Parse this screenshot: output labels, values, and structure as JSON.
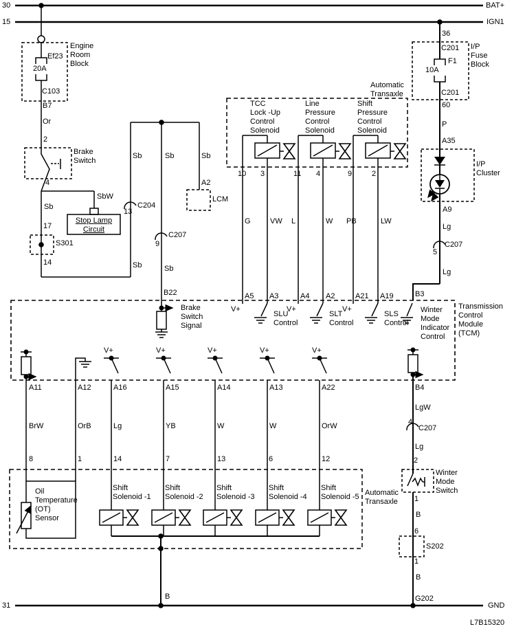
{
  "rails": {
    "n30": "30",
    "n15": "15",
    "n31": "31",
    "bat": "BAT+",
    "ign": "IGN1",
    "gnd": "GND"
  },
  "erb": {
    "name": "Engine\nRoom\nBlock",
    "fuse": "Ef23",
    "amps": "20A",
    "conn": "C103",
    "pin_b7": "B7",
    "wire_or": "Or",
    "pin2": "2"
  },
  "brake": {
    "name": "Brake\nSwitch",
    "pin4": "4",
    "sbw": "SbW",
    "stoplamp": "Stop Lamp\nCircuit",
    "sb": "Sb",
    "pin17": "17",
    "splice": "S301",
    "pin14": "14"
  },
  "net": {
    "c204": "C204",
    "n13": "13",
    "c207": "C207",
    "n9": "9",
    "a2": "A2",
    "lcm": "LCM",
    "b22": "B22"
  },
  "at1": {
    "name": "Automatic\nTransaxle",
    "sol1": "TCC\nLock -Up\nControl\nSolenoid",
    "sol2": "Line\nPressure\nControl\nSolenoid",
    "sol3": "Shift\nPressure\nControl\nSolenoid",
    "p10": "10",
    "p3": "3",
    "p11": "11",
    "p4": "4",
    "p9": "9",
    "p2": "2",
    "g": "G",
    "vw": "VW",
    "l": "L",
    "w": "W",
    "pb": "PB",
    "lw": "LW"
  },
  "ipfb": {
    "n36": "36",
    "c201": "C201",
    "name": "I/P\nFuse\nBlock",
    "fuse": "F1",
    "amps": "10A",
    "n60": "60",
    "p": "P",
    "a35": "A35"
  },
  "ipc": {
    "name": "I/P\nCluster",
    "a9": "A9",
    "b3": "B3",
    "n5": "5"
  },
  "tcm": {
    "name": "Transmission\nControl\nModule\n(TCM)",
    "vplus": "V+",
    "a5": "A5",
    "a3": "A3",
    "a4": "A4",
    "a2": "A2",
    "a21": "A21",
    "a19": "A19",
    "slu": "SLU\nControl",
    "slt": "SLT\nControl",
    "sls": "SLS\nControl",
    "wmic": "Winter\nMode\nIndicator\nControl",
    "bss": "Brake\nSwitch\nSignal",
    "a11": "A11",
    "a12": "A12",
    "a16": "A16",
    "a15": "A15",
    "a14": "A14",
    "a13": "A13",
    "a22": "A22",
    "b4": "B4"
  },
  "wires": {
    "brw": "BrW",
    "orb": "OrB",
    "lg": "Lg",
    "yb": "YB",
    "w": "W",
    "orw": "OrW",
    "lgw": "LgW"
  },
  "at2": {
    "name": "Automatic\nTransaxle",
    "ot": "Oil\nTemperature\n(OT)\nSensor",
    "ss1": "Shift\nSolenoid -1",
    "ss2": "Shift\nSolenoid -2",
    "ss3": "Shift\nSolenoid -3",
    "ss4": "Shift\nSolenoid -4",
    "ss5": "Shift\nSolenoid -5",
    "p8": "8",
    "p1": "1",
    "p14": "14",
    "p7": "7",
    "p13": "13",
    "p6": "6",
    "p12": "12"
  },
  "wms": {
    "n4": "4",
    "p2": "2",
    "name": "Winter\nMode\nSwitch",
    "p1": "1",
    "p6": "6",
    "s202": "S202",
    "g202": "G202"
  },
  "misc": {
    "b": "B",
    "code": "L7B15320"
  }
}
